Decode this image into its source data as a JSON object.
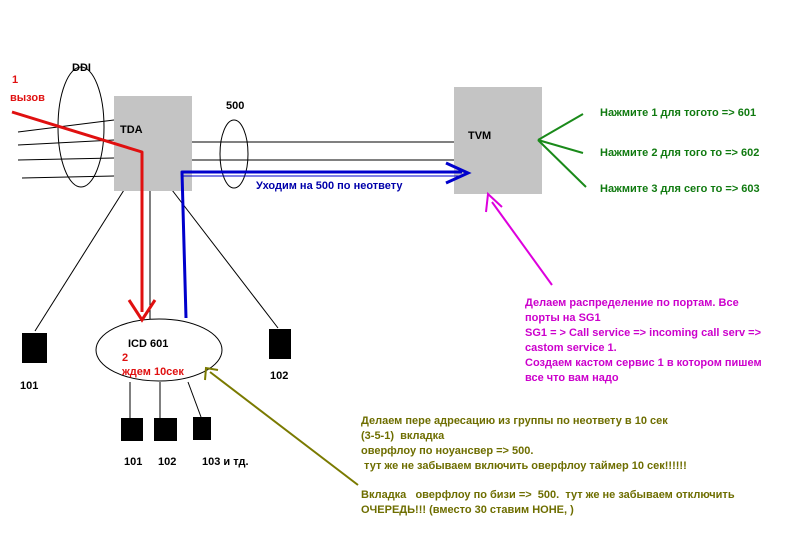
{
  "colors": {
    "red": "#e01010",
    "blue": "#0000cc",
    "green": "#1a8a1a",
    "magenta": "#dd00dd",
    "olive": "#7a7a00",
    "box": "#c4c4c4"
  },
  "labels": {
    "call_number": "1",
    "call_word": "вызов",
    "ddi": "DDI",
    "tda": "TDA",
    "port_500": "500",
    "tvm": "TVM",
    "overflow_note": "Уходим на 500 по неответу",
    "icd": "ICD 601",
    "wait_number": "2",
    "wait_text": "ждем 10сек",
    "ext_101": "101",
    "ext_102": "102",
    "sub_101": "101",
    "sub_102": "102",
    "sub_103": "103  и тд."
  },
  "menu_options": [
    "Нажмите 1 для тогото   => 601",
    "Нажмите 2 для того то   => 602",
    "Нажмите 3 для сего то  => 603"
  ],
  "notes": {
    "magenta": "Делаем распределение по портам. Все\nпорты на SG1\nSG1 = > Call service => incoming call serv =>\ncastom service 1.\nСоздаем кастом сервис 1 в котором пишем\nвсе что вам надо",
    "olive_1": "Делаем пере адресацию из группы по неответу в 10 сек\n(3-5-1)  вкладка\nоверфлоу по ноуансвер => 500.\n тут же не забываем включить оверфлоу таймер 10 сек!!!!!!",
    "olive_2": "Вкладка   оверфлоу по бизи =>  500.  тут же не забываем отключить\nОЧЕРЕДЬ!!! (вместо 30 ставим НОНЕ, )"
  }
}
